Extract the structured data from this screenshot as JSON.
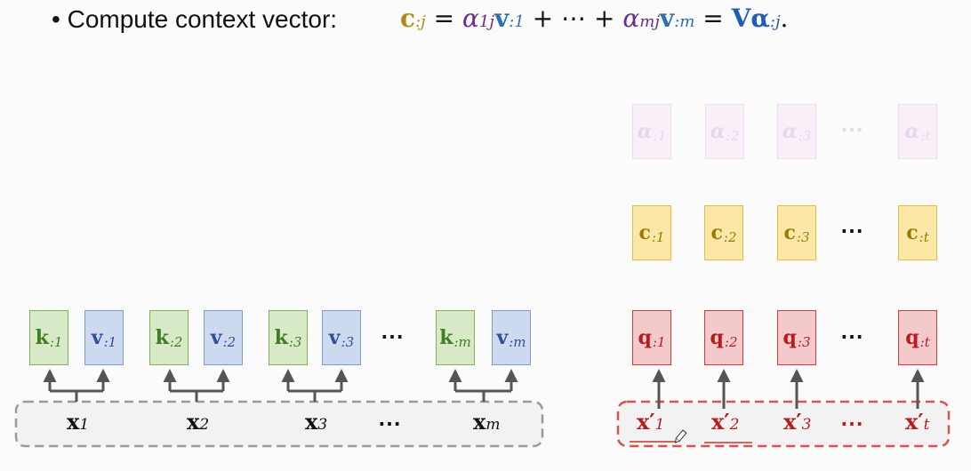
{
  "header": {
    "bullet": "•",
    "label": "Compute context vector:",
    "formula": {
      "lhs_sym": "c",
      "lhs_sub": ":j",
      "eq1": "=",
      "a1_sym": "α",
      "a1_sub": "1j",
      "v1_sym": "v",
      "v1_sub": ":1",
      "plus1": "+ ⋯ +",
      "am_sym": "α",
      "am_sub": "mj",
      "vm_sym": "v",
      "vm_sub": ":m",
      "eq2": "=",
      "V_sym": "V",
      "alpha_sym": "α",
      "alpha_sub": ":j",
      "period": "."
    }
  },
  "encoder": {
    "groups": [
      {
        "k": "k",
        "k_sub": ":1",
        "v": "v",
        "v_sub": ":1",
        "x": "x",
        "x_sub": "1"
      },
      {
        "k": "k",
        "k_sub": ":2",
        "v": "v",
        "v_sub": ":2",
        "x": "x",
        "x_sub": "2"
      },
      {
        "k": "k",
        "k_sub": ":3",
        "v": "v",
        "v_sub": ":3",
        "x": "x",
        "x_sub": "3"
      },
      {
        "k": "k",
        "k_sub": ":m",
        "v": "v",
        "v_sub": ":m",
        "x": "x",
        "x_sub": "m"
      }
    ],
    "kv_dots": "⋯",
    "x_dots": "⋯"
  },
  "decoder": {
    "alpha": [
      {
        "sym": "α",
        "sub": ":1"
      },
      {
        "sym": "α",
        "sub": ":2"
      },
      {
        "sym": "α",
        "sub": ":3"
      },
      {
        "sym": "α",
        "sub": ":t"
      }
    ],
    "c": [
      {
        "sym": "c",
        "sub": ":1"
      },
      {
        "sym": "c",
        "sub": ":2"
      },
      {
        "sym": "c",
        "sub": ":3"
      },
      {
        "sym": "c",
        "sub": ":t"
      }
    ],
    "q": [
      {
        "sym": "q",
        "sub": ":1"
      },
      {
        "sym": "q",
        "sub": ":2"
      },
      {
        "sym": "q",
        "sub": ":3"
      },
      {
        "sym": "q",
        "sub": ":t"
      }
    ],
    "x": [
      {
        "sym": "x′",
        "sub": "1"
      },
      {
        "sym": "x′",
        "sub": "2"
      },
      {
        "sym": "x′",
        "sub": "3"
      },
      {
        "sym": "x′",
        "sub": "t"
      }
    ],
    "alpha_dots": "⋯",
    "c_dots": "⋯",
    "q_dots": "⋯",
    "x_dots": "⋯"
  },
  "colors": {
    "key": "#3f7d20",
    "value": "#2f4f99",
    "query": "#b81c1c",
    "context": "#9a7a00",
    "alpha_faded": "#e7d7ea",
    "encoder_frame": "#9a9a9a",
    "decoder_frame": "#d9534f"
  }
}
